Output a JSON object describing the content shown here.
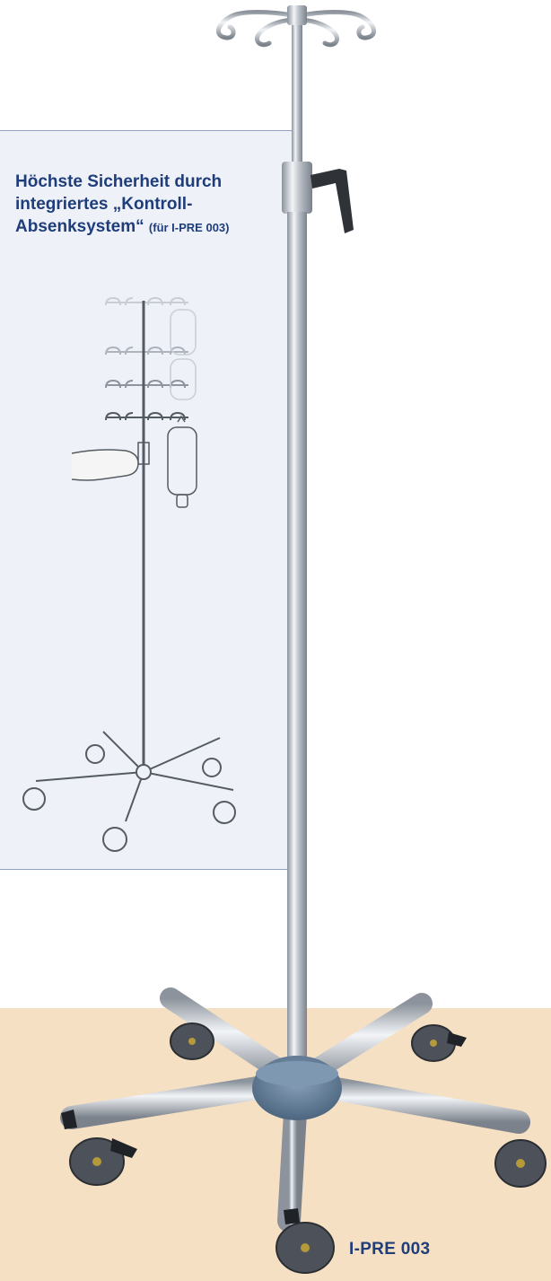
{
  "headline": {
    "main": "Höchste Sicherheit durch integriertes „Kontroll-Absenksystem“",
    "note": "(für I-PRE 003)"
  },
  "model_label": "I-PRE 003",
  "colors": {
    "text_blue": "#1f3d7a",
    "floor": "#f5e0c3",
    "inset_background": "#eef2f8",
    "chrome": "#c7ccd4",
    "base_hub": "#5f7b96"
  },
  "illustrations": {
    "main_photo": "infusion-stand-chrome-5-caster",
    "inset_drawing": "infusion-stand-height-adjustment-line-drawing"
  }
}
